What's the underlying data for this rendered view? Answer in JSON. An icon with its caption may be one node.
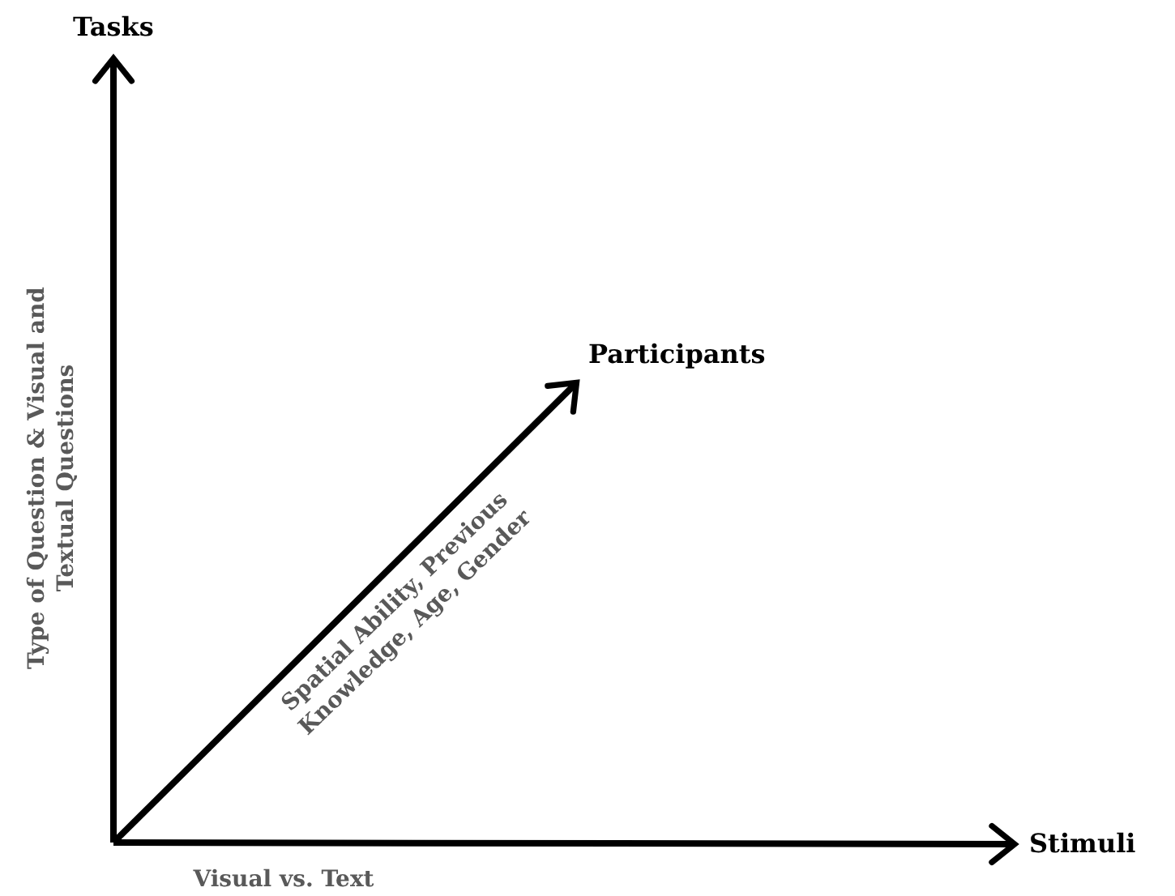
{
  "diagram": {
    "nodes": [
      {
        "text": [
          "Tasks"
        ]
      },
      {
        "text": [
          "Participants"
        ]
      },
      {
        "text": [
          "Stimuli"
        ]
      }
    ],
    "edges": [
      {
        "from": null,
        "to": 0,
        "arrow": "to",
        "label": "Type of Question & Visual and Textual Questions"
      },
      {
        "from": null,
        "to": 1,
        "arrow": "to",
        "label": "Spatial Ability, Previous Knowledge, Age, Gender"
      },
      {
        "from": null,
        "to": 2,
        "arrow": "to",
        "label": "Visual vs. Text"
      }
    ]
  }
}
